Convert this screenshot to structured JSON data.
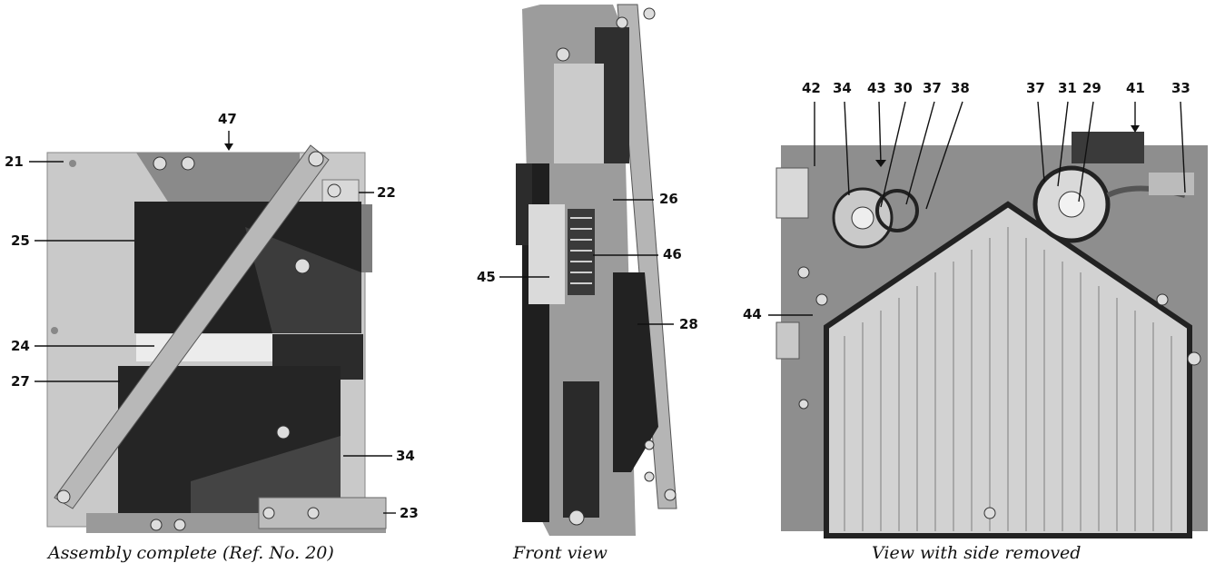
{
  "figure": {
    "left": {
      "caption": "Assembly complete (Ref. No. 20)",
      "labels": [
        "47",
        "21",
        "22",
        "25",
        "24",
        "27",
        "34",
        "23"
      ]
    },
    "middle": {
      "caption": "Front view",
      "labels": [
        "26",
        "46",
        "45",
        "28"
      ]
    },
    "right": {
      "caption": "View with side removed",
      "labels": [
        "42",
        "34",
        "43",
        "30",
        "37",
        "38",
        "37",
        "31",
        "29",
        "41",
        "33",
        "44"
      ]
    }
  }
}
